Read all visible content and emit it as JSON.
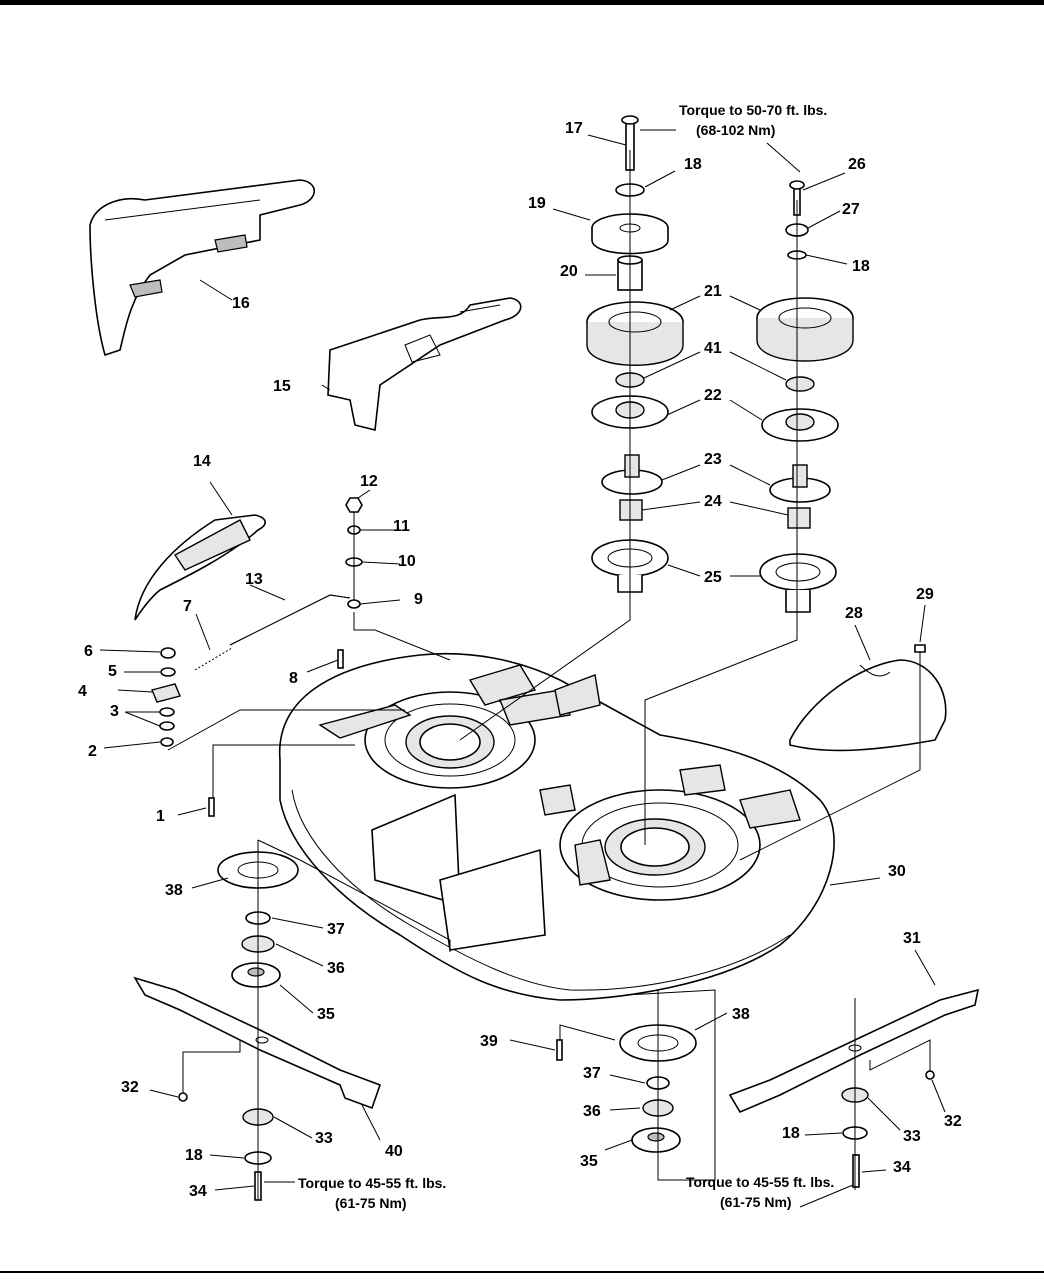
{
  "callouts": [
    {
      "id": "c1",
      "text": "1"
    },
    {
      "id": "c2",
      "text": "2"
    },
    {
      "id": "c3",
      "text": "3"
    },
    {
      "id": "c4",
      "text": "4"
    },
    {
      "id": "c5",
      "text": "5"
    },
    {
      "id": "c6",
      "text": "6"
    },
    {
      "id": "c7",
      "text": "7"
    },
    {
      "id": "c8",
      "text": "8"
    },
    {
      "id": "c9",
      "text": "9"
    },
    {
      "id": "c10",
      "text": "10"
    },
    {
      "id": "c11",
      "text": "11"
    },
    {
      "id": "c12",
      "text": "12"
    },
    {
      "id": "c13",
      "text": "13"
    },
    {
      "id": "c14",
      "text": "14"
    },
    {
      "id": "c15",
      "text": "15"
    },
    {
      "id": "c16",
      "text": "16"
    },
    {
      "id": "c17",
      "text": "17"
    },
    {
      "id": "c18a",
      "text": "18"
    },
    {
      "id": "c19",
      "text": "19"
    },
    {
      "id": "c20",
      "text": "20"
    },
    {
      "id": "c21",
      "text": "21"
    },
    {
      "id": "c41",
      "text": "41"
    },
    {
      "id": "c22",
      "text": "22"
    },
    {
      "id": "c23",
      "text": "23"
    },
    {
      "id": "c24",
      "text": "24"
    },
    {
      "id": "c25",
      "text": "25"
    },
    {
      "id": "c26",
      "text": "26"
    },
    {
      "id": "c27",
      "text": "27"
    },
    {
      "id": "c18b",
      "text": "18"
    },
    {
      "id": "c28",
      "text": "28"
    },
    {
      "id": "c29",
      "text": "29"
    },
    {
      "id": "c30",
      "text": "30"
    },
    {
      "id": "c31",
      "text": "31"
    },
    {
      "id": "c32a",
      "text": "32"
    },
    {
      "id": "c32b",
      "text": "32"
    },
    {
      "id": "c33a",
      "text": "33"
    },
    {
      "id": "c33b",
      "text": "33"
    },
    {
      "id": "c18c",
      "text": "18"
    },
    {
      "id": "c18d",
      "text": "18"
    },
    {
      "id": "c34a",
      "text": "34"
    },
    {
      "id": "c34b",
      "text": "34"
    },
    {
      "id": "c35a",
      "text": "35"
    },
    {
      "id": "c35b",
      "text": "35"
    },
    {
      "id": "c36a",
      "text": "36"
    },
    {
      "id": "c36b",
      "text": "36"
    },
    {
      "id": "c37a",
      "text": "37"
    },
    {
      "id": "c37b",
      "text": "37"
    },
    {
      "id": "c38a",
      "text": "38"
    },
    {
      "id": "c38b",
      "text": "38"
    },
    {
      "id": "c39",
      "text": "39"
    },
    {
      "id": "c40",
      "text": "40"
    }
  ],
  "notes": {
    "top_line1": "Torque to 50-70 ft. lbs.",
    "top_line2": "(68-102 Nm)",
    "left_line1": "Torque to 45-55 ft. lbs.",
    "left_line2": "(61-75 Nm)",
    "right_line1": "Torque to 45-55 ft. lbs.",
    "right_line2": "(61-75 Nm)"
  }
}
